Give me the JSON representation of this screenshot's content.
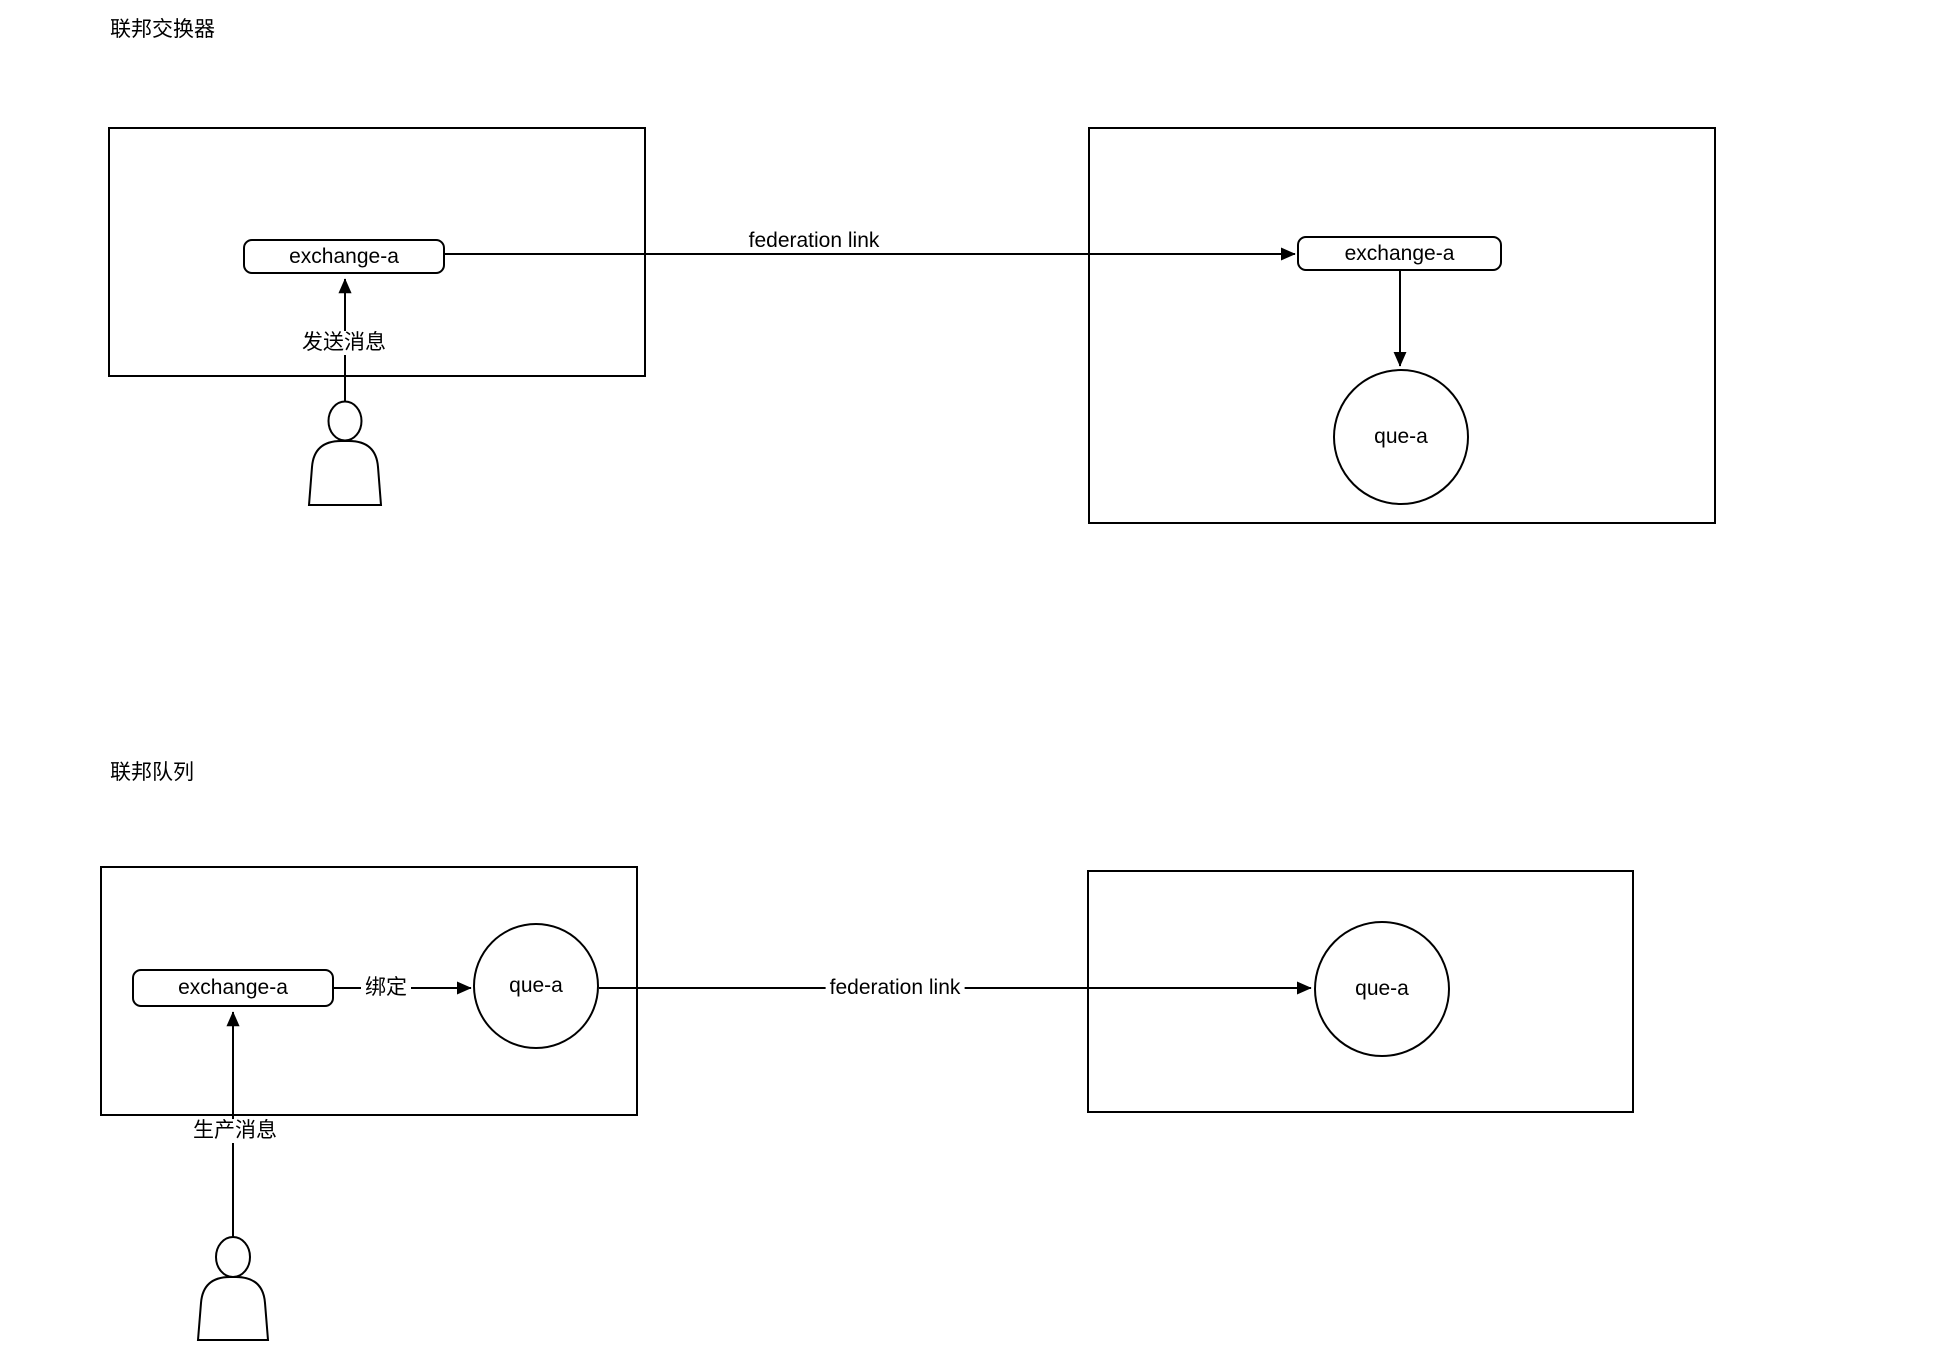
{
  "sections": {
    "federation_exchange": {
      "title": "联邦交换器",
      "upstream_exchange_label": "exchange-a",
      "send_message_label": "发送消息",
      "link_label": "federation link",
      "downstream_exchange_label": "exchange-a",
      "downstream_queue_label": "que-a"
    },
    "federation_queue": {
      "title": "联邦队列",
      "upstream_exchange_label": "exchange-a",
      "binding_label": "绑定",
      "upstream_queue_label": "que-a",
      "produce_message_label": "生产消息",
      "link_label": "federation link",
      "downstream_queue_label": "que-a"
    }
  },
  "colors": {
    "stroke": "#000000",
    "canvas_background": "#ffffff",
    "text": "#000000"
  }
}
